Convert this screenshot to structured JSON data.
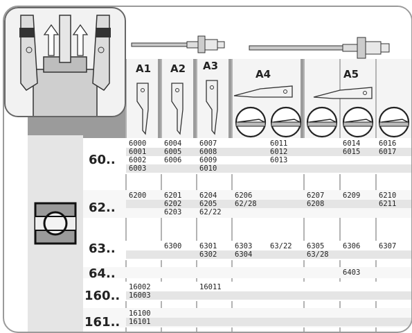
{
  "columns": [
    "A1",
    "A2",
    "A3",
    "A4",
    "A5"
  ],
  "series": [
    {
      "label": "60..",
      "rows": [
        [
          "6000",
          "6004",
          "6007",
          "",
          "6011",
          "",
          "6014",
          "6016"
        ],
        [
          "6001",
          "6005",
          "6008",
          "",
          "6012",
          "",
          "6015",
          "6017"
        ],
        [
          "6002",
          "6006",
          "6009",
          "",
          "6013",
          "",
          "",
          ""
        ],
        [
          "6003",
          "",
          "6010",
          "",
          "",
          "",
          "",
          ""
        ]
      ]
    },
    {
      "label": "62..",
      "rows": [
        [
          "6200",
          "6201",
          "6204",
          "6206",
          "",
          "6207",
          "6209",
          "6210"
        ],
        [
          "",
          "6202",
          "6205",
          "62/28",
          "",
          "6208",
          "",
          "6211"
        ],
        [
          "",
          "6203",
          "62/22",
          "",
          "",
          "",
          "",
          ""
        ]
      ]
    },
    {
      "label": "63..",
      "rows": [
        [
          "",
          "6300",
          "6301",
          "6303",
          "63/22",
          "6305",
          "6306",
          "6307"
        ],
        [
          "",
          "",
          "6302",
          "6304",
          "",
          "63/28",
          "",
          ""
        ]
      ]
    },
    {
      "label": "64..",
      "rows": [
        [
          "",
          "",
          "",
          "",
          "",
          "",
          "6403",
          ""
        ]
      ]
    },
    {
      "label": "160..",
      "rows": [
        [
          "16002",
          "",
          "16011",
          "",
          "",
          "",
          "",
          ""
        ],
        [
          "16003",
          "",
          "",
          "",
          "",
          "",
          "",
          ""
        ]
      ]
    },
    {
      "label": "161..",
      "rows": [
        [
          "16100",
          "",
          "",
          "",
          "",
          "",
          "",
          ""
        ],
        [
          "16101",
          "",
          "",
          "",
          "",
          "",
          "",
          ""
        ]
      ]
    }
  ],
  "icons": [
    "puller-assembly-icon",
    "short-shaft-icon",
    "long-shaft-icon",
    "ball-bearing-icon",
    "jaw-icon",
    "blade-icon",
    "blade-profile-icon"
  ],
  "colors": {
    "header": "#9b9b9b",
    "stripe": "#e5e5e5",
    "border": "#9a9a9a",
    "blade": "#dcdcdc"
  }
}
